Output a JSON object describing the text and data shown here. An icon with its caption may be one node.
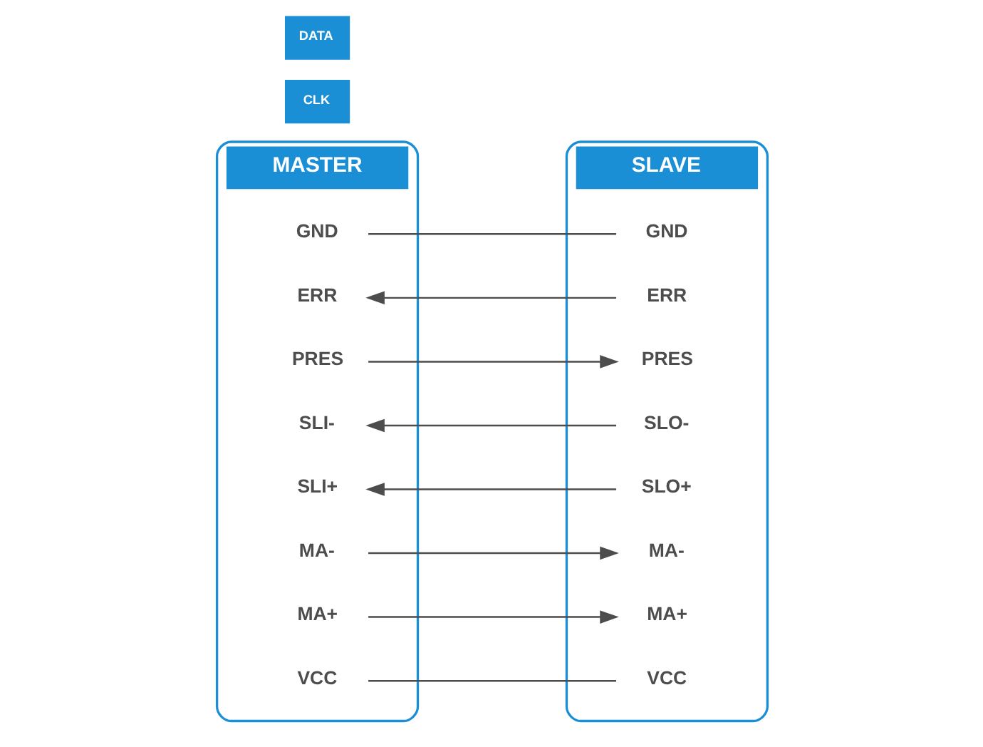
{
  "diagram": {
    "nodes": [
      {
        "text": [
          "MASTER"
        ]
      },
      {
        "text": [
          "VCC"
        ],
        "in": 0
      },
      {
        "text": [
          "MA+"
        ],
        "in": 0
      },
      {
        "text": [
          "MA-"
        ],
        "in": 0
      },
      {
        "text": [
          "SLI+"
        ],
        "in": 0
      },
      {
        "text": [
          "SLI-"
        ],
        "in": 0
      },
      {
        "text": [
          "PRES"
        ],
        "in": 0
      },
      {
        "text": [
          "ERR"
        ],
        "in": 0
      },
      {
        "text": [
          "GND"
        ],
        "in": 0
      },
      {
        "text": [
          "SLAVE"
        ]
      },
      {
        "text": [
          "VCC"
        ],
        "in": 9
      },
      {
        "text": [
          "MA+"
        ],
        "in": 9
      },
      {
        "text": [
          "MA-"
        ],
        "in": 9
      },
      {
        "text": [
          "SLO+"
        ],
        "in": 9
      },
      {
        "text": [
          "SLO-"
        ],
        "in": 9
      },
      {
        "text": [
          "PRES"
        ],
        "in": 9
      },
      {
        "text": [
          "ERR"
        ],
        "in": 9
      },
      {
        "text": [
          "GND"
        ],
        "in": 9
      }
    ],
    "edges": [
      {
        "from": 1,
        "to": 10,
        "arrow": "none"
      },
      {
        "from": 2,
        "to": 11,
        "arrow": "to"
      },
      {
        "from": 3,
        "to": 12,
        "arrow": "to"
      },
      {
        "from": 13,
        "to": 4,
        "arrow": "to"
      },
      {
        "from": 14,
        "to": 5,
        "arrow": "to"
      },
      {
        "from": 6,
        "to": 15,
        "arrow": "to"
      },
      {
        "from": 16,
        "to": 7,
        "arrow": "to"
      },
      {
        "from": 8,
        "to": 17,
        "arrow": "none"
      }
    ],
    "labels": [
      "CLK",
      "DATA"
    ]
  }
}
